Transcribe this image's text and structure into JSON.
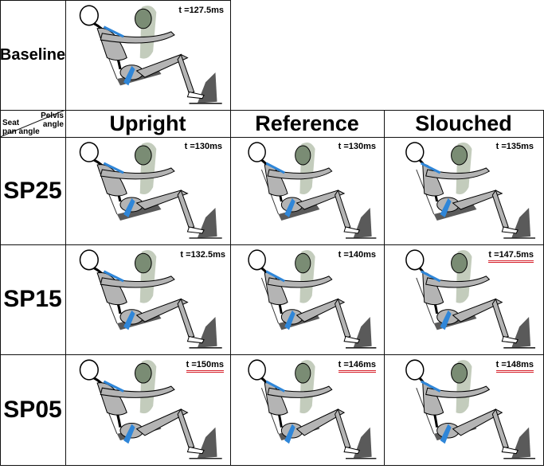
{
  "baseline": {
    "label": "Baseline",
    "time": "t =127.5ms",
    "flag": false
  },
  "corner": {
    "top_line1": "Pelvis",
    "top_line2": "angle",
    "bottom_line1": "Seat",
    "bottom_line2": "pan angle"
  },
  "columns": [
    "Upright",
    "Reference",
    "Slouched"
  ],
  "rows": [
    {
      "label": "SP25",
      "cells": [
        {
          "time": "t =130ms",
          "flag": false
        },
        {
          "time": "t =130ms",
          "flag": false
        },
        {
          "time": "t =135ms",
          "flag": false
        }
      ]
    },
    {
      "label": "SP15",
      "cells": [
        {
          "time": "t =132.5ms",
          "flag": false
        },
        {
          "time": "t =140ms",
          "flag": false
        },
        {
          "time": "t =147.5ms",
          "flag": true
        }
      ]
    },
    {
      "label": "SP05",
      "cells": [
        {
          "time": "t =150ms",
          "flag": true
        },
        {
          "time": "t =146ms",
          "flag": true
        },
        {
          "time": "t =148ms",
          "flag": true
        }
      ]
    }
  ],
  "colors": {
    "belt": "#2f86d8",
    "seat": "#5a5a5a",
    "headrest": "#b8c3b0",
    "skeleton": "#b4b4b4",
    "flag_line": "#d6202a"
  }
}
